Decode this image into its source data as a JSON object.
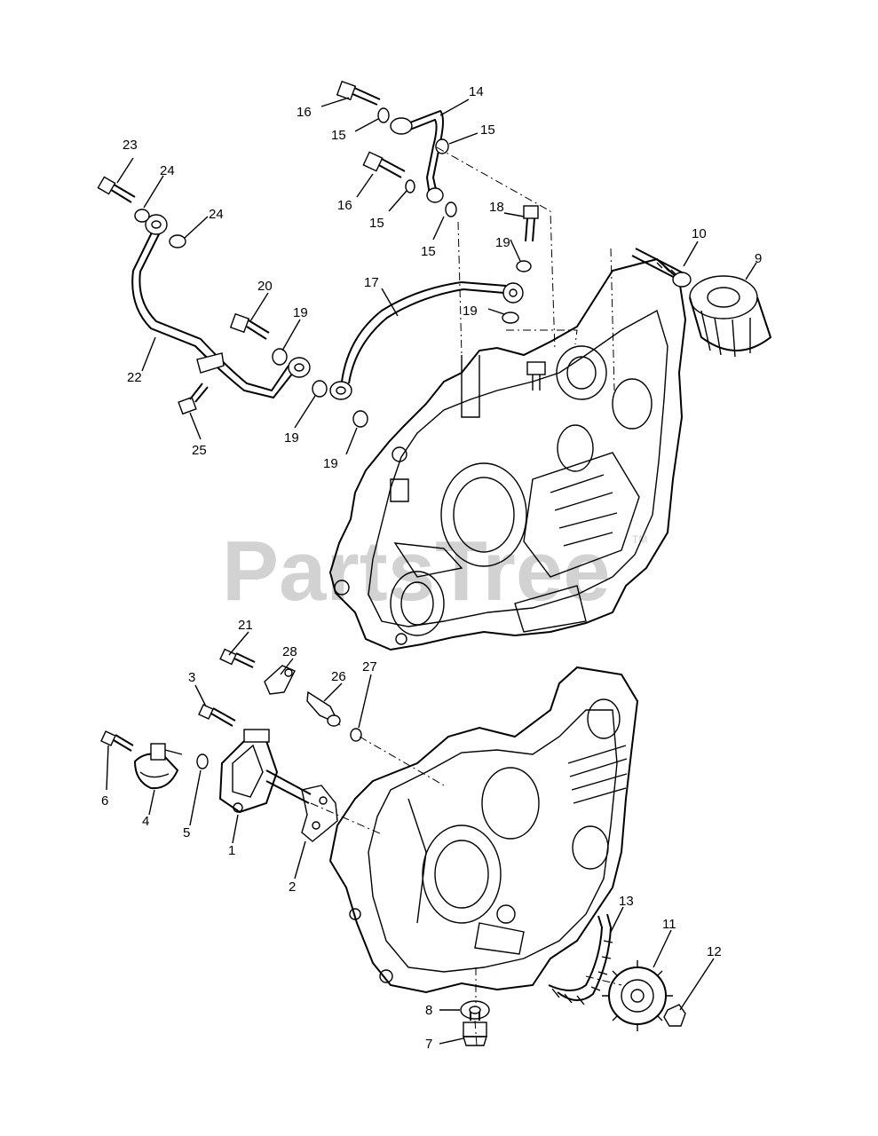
{
  "watermark": {
    "text": "PartsTree",
    "trademark": "TM"
  },
  "callouts": [
    {
      "num": "16"
    },
    {
      "num": "15"
    },
    {
      "num": "14"
    },
    {
      "num": "15"
    },
    {
      "num": "23"
    },
    {
      "num": "24"
    },
    {
      "num": "24"
    },
    {
      "num": "16"
    },
    {
      "num": "15"
    },
    {
      "num": "15"
    },
    {
      "num": "18"
    },
    {
      "num": "19"
    },
    {
      "num": "10"
    },
    {
      "num": "9"
    },
    {
      "num": "20"
    },
    {
      "num": "19"
    },
    {
      "num": "17"
    },
    {
      "num": "19"
    },
    {
      "num": "22"
    },
    {
      "num": "25"
    },
    {
      "num": "19"
    },
    {
      "num": "19"
    },
    {
      "num": "21"
    },
    {
      "num": "28"
    },
    {
      "num": "3"
    },
    {
      "num": "26"
    },
    {
      "num": "27"
    },
    {
      "num": "6"
    },
    {
      "num": "4"
    },
    {
      "num": "5"
    },
    {
      "num": "1"
    },
    {
      "num": "2"
    },
    {
      "num": "13"
    },
    {
      "num": "11"
    },
    {
      "num": "12"
    },
    {
      "num": "8"
    },
    {
      "num": "7"
    }
  ]
}
